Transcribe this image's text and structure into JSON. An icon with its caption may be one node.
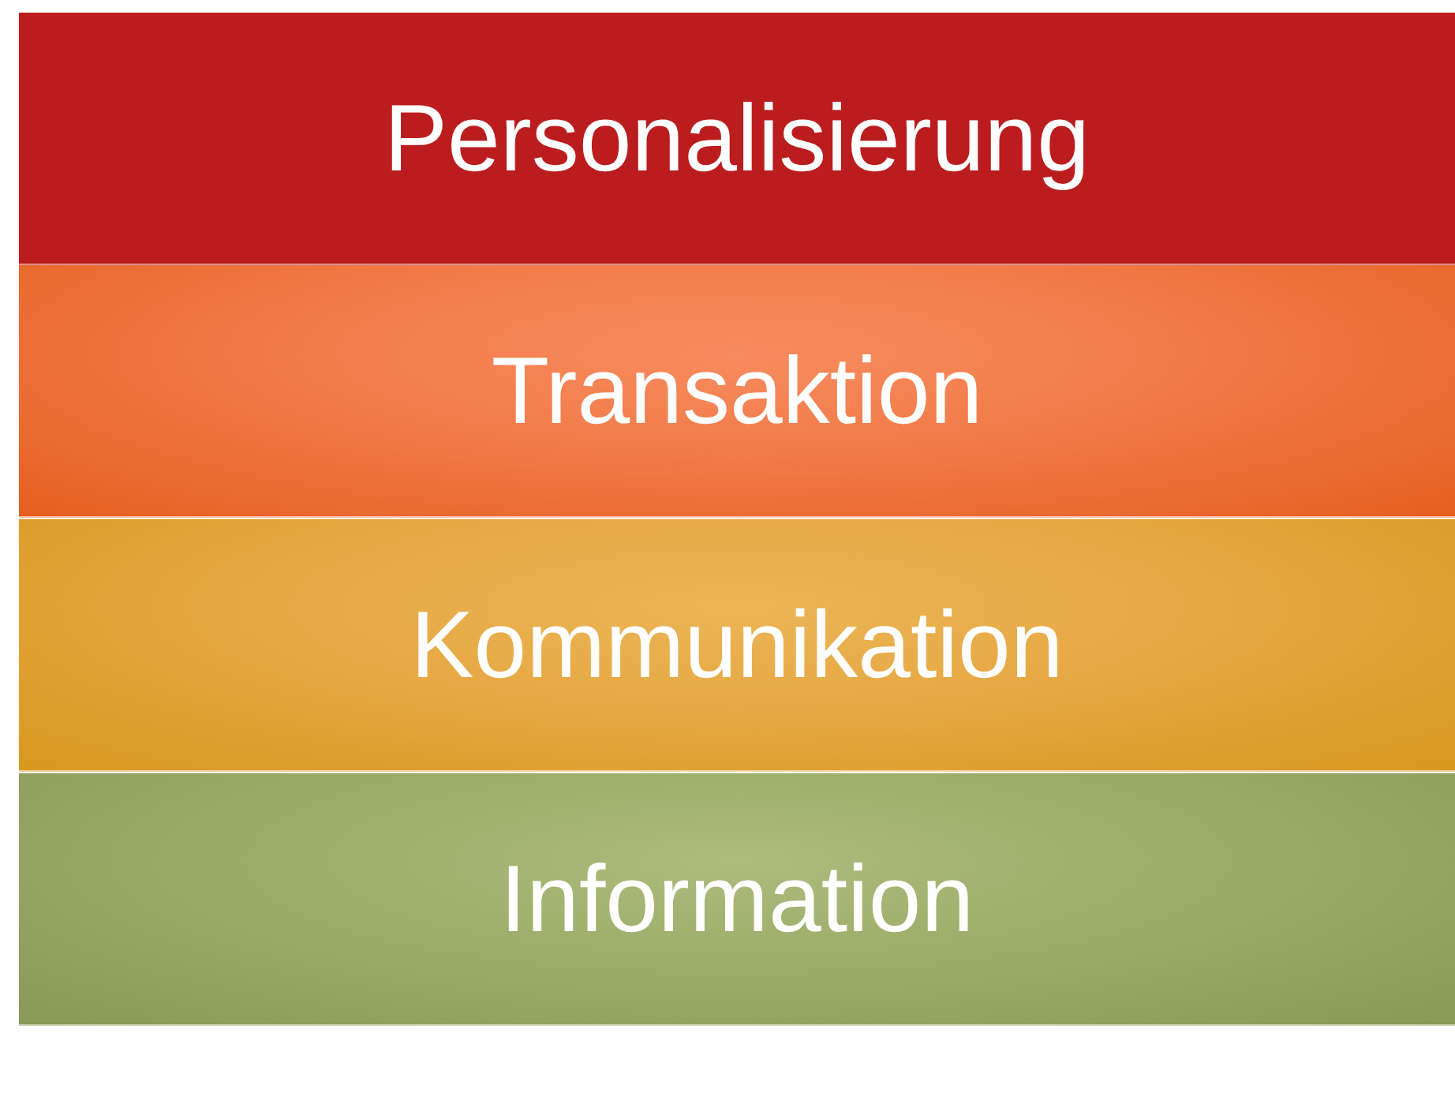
{
  "diagram": {
    "nodes": [
      {
        "text": [
          "Personalisierung"
        ]
      },
      {
        "text": [
          "Transaktion"
        ]
      },
      {
        "text": [
          "Kommunikation"
        ]
      },
      {
        "text": [
          "Information"
        ]
      }
    ]
  }
}
